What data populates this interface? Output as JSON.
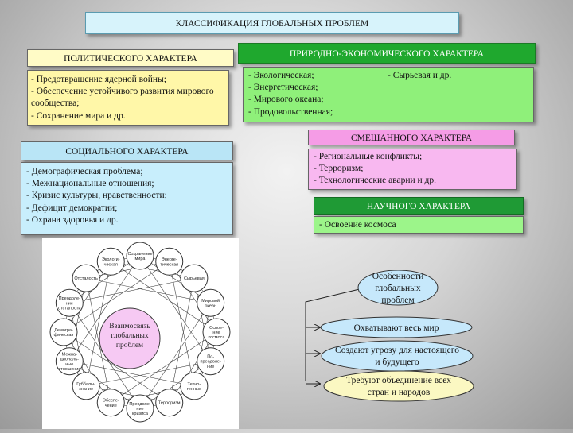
{
  "title": "КЛАССИФИКАЦИЯ ГЛОБАЛЬНЫХ ПРОБЛЕМ",
  "political": {
    "header": "ПОЛИТИЧЕСКОГО ХАРАКТЕРА",
    "items": [
      "- Предотвращение ядерной войны;",
      "- Обеспечение устойчивого развития мирового сообщества;",
      "- Сохранение мира и др."
    ]
  },
  "natural": {
    "header": "ПРИРОДНО-ЭКОНОМИЧЕСКОГО ХАРАКТЕРА",
    "items": [
      "- Экологическая;",
      "- Энергетическая;",
      "- Мирового океана;",
      "- Продовольственная;"
    ],
    "extra": "- Сырьевая и др."
  },
  "mixed": {
    "header": "СМЕШАННОГО ХАРАКТЕРА",
    "items": [
      "- Региональные конфликты;",
      "- Терроризм;",
      "- Технологические аварии и др."
    ]
  },
  "social": {
    "header": "СОЦИАЛЬНОГО ХАРАКТЕРА",
    "items": [
      "- Демографическая проблема;",
      "- Межнациональные отношения;",
      "- Кризис культуры, нравственности;",
      "- Дефицит демократии;",
      "- Охрана здоровья и др."
    ]
  },
  "scientific": {
    "header": "НАУЧНОГО ХАРАКТЕРА",
    "items": [
      "- Освоение космоса"
    ]
  },
  "diagram": {
    "center": [
      "Взаимосвязь",
      "глобальных",
      "проблем"
    ],
    "nodes": [
      [
        "Сохранение",
        "мира"
      ],
      [
        "Энерге-",
        "тическая"
      ],
      [
        "Сырьевая"
      ],
      [
        "Мировой",
        "океан"
      ],
      [
        "Освое-",
        "ние",
        "космоса"
      ],
      [
        "По-",
        "преодоле-",
        "ние"
      ],
      [
        "Техно-",
        "генные"
      ],
      [
        "Терроризм"
      ],
      [
        "Преодоле-",
        "ние",
        "кризиса"
      ],
      [
        "Обеспе-",
        "чение"
      ],
      [
        "Губбальн",
        "знание"
      ],
      [
        "Межна-",
        "циональ-",
        "ные",
        "отношения"
      ],
      [
        "Демогра-",
        "фическая"
      ],
      [
        "Преодоле-",
        "ние",
        "отсталости"
      ],
      [
        "Отсталость"
      ],
      [
        "Экологи-",
        "ческая"
      ]
    ]
  },
  "features": {
    "title": [
      "Особенности",
      "глобальных",
      "проблем"
    ],
    "items": [
      [
        "Охватывают весь мир"
      ],
      [
        "Создают угрозу для настоящего",
        "и будущего"
      ],
      [
        "Требуют объединение всех",
        "стран и народов"
      ]
    ]
  },
  "colors": {
    "title_bg": "#d7f3fb",
    "political_bg": "#fff7a8",
    "natural_header": "#1fa82e",
    "natural_bg": "#8ff07a",
    "mixed_bg": "#f8b8f0",
    "social_bg": "#c8eefc",
    "scientific_header": "#1f9a35",
    "center_circle": "#f6c9f3",
    "feature_oval": "#c6e8fb",
    "feature_oval_alt": "#fbf8c2"
  }
}
